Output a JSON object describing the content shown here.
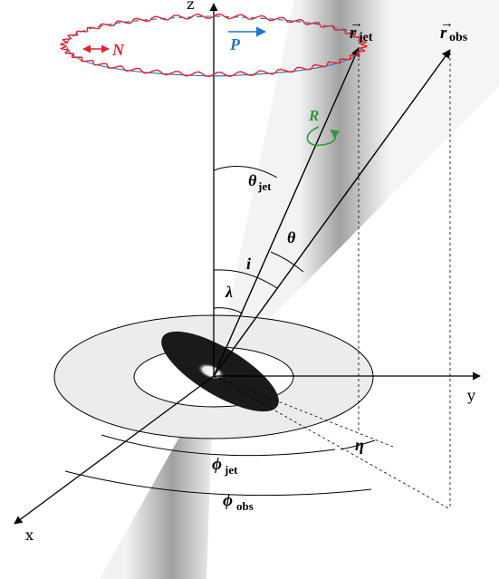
{
  "axes": {
    "x_label": "x",
    "y_label": "y",
    "z_label": "z"
  },
  "vectors": {
    "r_jet": {
      "arrow": "→",
      "symbol": "r",
      "sub": "jet"
    },
    "r_obs": {
      "arrow": "→",
      "symbol": "r",
      "sub": "obs"
    }
  },
  "motions": {
    "nutation": {
      "arrow": "⟷",
      "symbol": "N",
      "color": "#e8202a"
    },
    "precession": {
      "symbol": "P",
      "color": "#1f77c8"
    },
    "rotation": {
      "symbol": "R",
      "color": "#2a9a3a"
    }
  },
  "angles": {
    "theta_jet": {
      "symbol": "θ",
      "sub": "jet"
    },
    "theta": {
      "symbol": "θ"
    },
    "i": {
      "symbol": "i"
    },
    "lambda": {
      "symbol": "λ"
    },
    "eta": {
      "symbol": "η"
    },
    "phi_jet": {
      "symbol": "ϕ",
      "sub": "jet"
    },
    "phi_obs": {
      "symbol": "ϕ",
      "sub": "obs"
    }
  },
  "colors": {
    "jet_cone": "#8a8a8a",
    "disk_fill": "#ececec",
    "core_fill": "#1a1a1a",
    "line": "#000000"
  }
}
